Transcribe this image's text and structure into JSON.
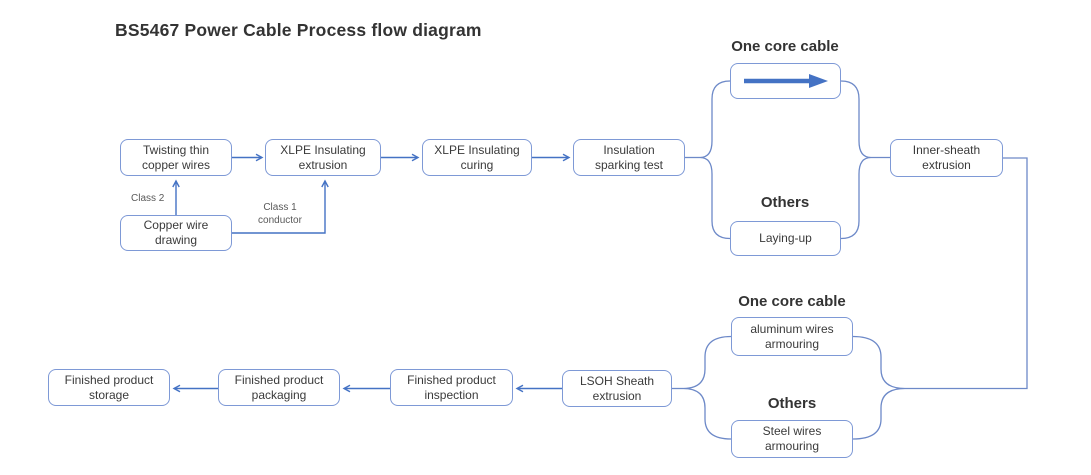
{
  "title": "BS5467 Power Cable Process flow diagram",
  "colors": {
    "box_border": "#7e99d6",
    "connector": "#6d89c8",
    "arrow": "#4472c4",
    "text": "#3a3a3a",
    "muted_text": "#595959",
    "heading_text": "#333333"
  },
  "nodes": {
    "twisting": "Twisting thin copper wires",
    "copper_drawing": "Copper wire drawing",
    "xlpe_extrusion": "XLPE Insulating extrusion",
    "xlpe_curing": "XLPE Insulating curing",
    "sparking_test": "Insulation sparking test",
    "laying_up": "Laying-up",
    "inner_sheath": "Inner-sheath extrusion",
    "aluminum_armouring": "aluminum wires armouring",
    "steel_armouring": "Steel wires armouring",
    "lsoh_extrusion": "LSOH Sheath extrusion",
    "inspection": "Finished product inspection",
    "packaging": "Finished product packaging",
    "storage": "Finished product storage"
  },
  "edge_labels": {
    "class2": "Class 2",
    "class1": "Class 1 conductor"
  },
  "branch_labels": {
    "top_one_core": "One core cable",
    "top_others": "Others",
    "bottom_one_core": "One core cable",
    "bottom_others": "Others"
  }
}
